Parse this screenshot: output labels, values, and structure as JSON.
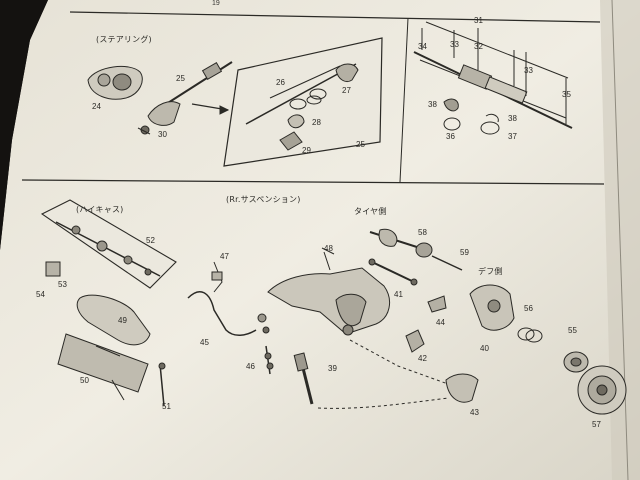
{
  "header": {
    "page_number_left": "19",
    "page_number_right": ""
  },
  "sections": {
    "steering": {
      "title": "(ステアリング)"
    },
    "hiace": {
      "title": "(ハイキャス)"
    },
    "rear_suspension": {
      "title": "(Rr.サスペンション)"
    },
    "tire_side": {
      "title": "タイヤ側"
    },
    "diff_side": {
      "title": "デフ側"
    }
  },
  "part_numbers": [
    "19",
    "24",
    "25",
    "26",
    "27",
    "28",
    "29",
    "30",
    "25",
    "31",
    "32",
    "33",
    "34",
    "33",
    "35",
    "38",
    "36",
    "38",
    "37",
    "52",
    "53",
    "54",
    "49",
    "50",
    "51",
    "47",
    "45",
    "46",
    "48",
    "39",
    "41",
    "58",
    "59",
    "44",
    "42",
    "43",
    "40",
    "56",
    "55",
    "57"
  ],
  "colors": {
    "paper": "#efece2",
    "ink": "#2b2a26",
    "shadow": "#1c1a16"
  }
}
